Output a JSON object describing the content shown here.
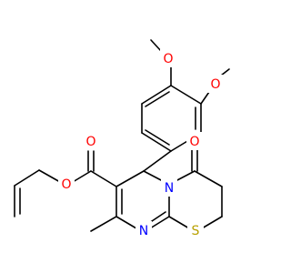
{
  "colors": {
    "background": "#ffffff",
    "bond": "#000000",
    "oxygen": "#ff0000",
    "nitrogen": "#0000ff",
    "sulfur": "#b8a000"
  },
  "atoms": {
    "o_methoxy_top": "O",
    "o_methoxy_right": "O",
    "o_ester_carbonyl": "O",
    "o_ester_ether": "O",
    "o_ketone": "O",
    "n_ring_fused": "N",
    "n_ring_imine": "N",
    "s_ring": "S"
  }
}
